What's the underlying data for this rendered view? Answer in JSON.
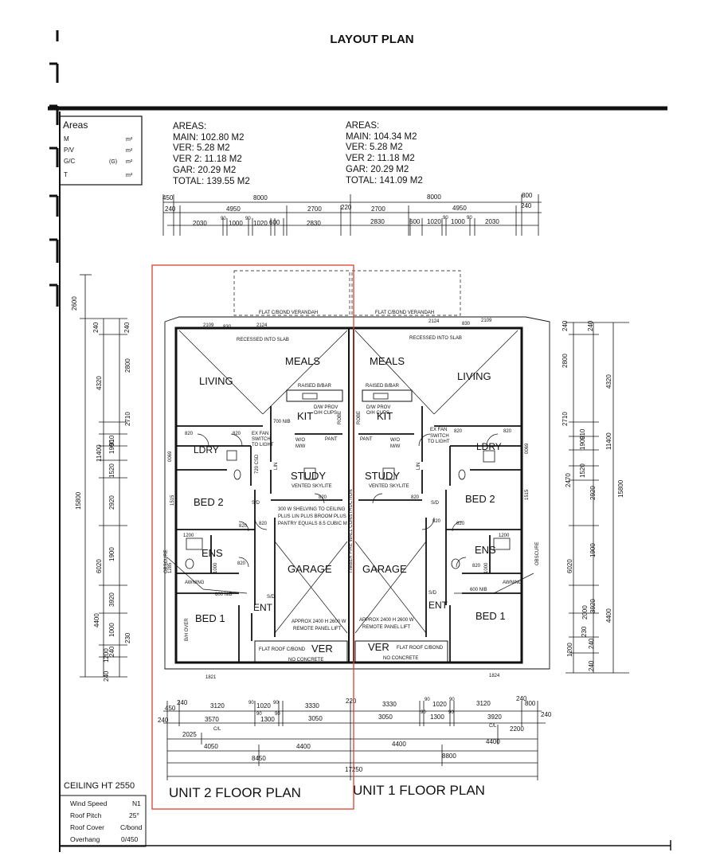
{
  "title": "LAYOUT PLAN",
  "areas_legend": {
    "heading": "Areas",
    "rows": [
      {
        "label": "M",
        "unit": "m²"
      },
      {
        "label": "P/V",
        "unit": "m²"
      },
      {
        "label": "G/C",
        "mid": "(G)",
        "unit": "m²"
      },
      {
        "label": "T",
        "unit": "m²"
      }
    ]
  },
  "unit2_areas": {
    "heading": "AREAS:",
    "main": "MAIN:  102.80 M2",
    "ver": "VER:       5.28 M2",
    "ver2": "VER 2:   11.18 M2",
    "gar": "GAR:     20.29 M2",
    "total": "TOTAL:  139.55 M2"
  },
  "unit1_areas": {
    "heading": "AREAS:",
    "main": "MAIN:   104.34 M2",
    "ver": "VER:       5.28 M2",
    "ver2": "VER 2:   11.18 M2",
    "gar": "GAR:     20.29 M2",
    "total": "TOTAL:  141.09 M2"
  },
  "rooms": {
    "living": "LIVING",
    "meals": "MEALS",
    "kit": "KIT",
    "ldry": "LDRY",
    "study": "STUDY",
    "bed2": "BED 2",
    "ens": "ENS",
    "garage": "GARAGE",
    "ent": "ENT",
    "bed1": "BED 1",
    "ver": "VER"
  },
  "notes": {
    "verandah": "FLAT C/BOND VERANDAH",
    "recessed": "RECESSED INTO SLAB",
    "raised_bar": "RAISED B/BAR",
    "dw_prov": "D/W PROV",
    "oh_cups": "O/H CUPS",
    "exfan": "EX FAN",
    "switch": "SWITCH",
    "to_light": "TO LIGHT",
    "pant": "PANT",
    "vented": "VENTED SKYLITE",
    "shelving1": "300 W SHELVING TO CEILING",
    "shelving2": "PLUS LIN PLUS BROOM PLUS",
    "shelving3": "PANTRY EQUALS 8.5 CUBIC M",
    "timber_wall": "TIMBER FIRE WALL CONSTRUCTION",
    "approx1": "APPROX 2400 H 2600 W",
    "approx2": "REMOTE PANEL LIFT",
    "flat_roof": "FLAT ROOF C/BOND",
    "no_concrete": "NO CONCRETE",
    "awning": "AWNING",
    "obscure": "OBSCURE",
    "nib600": "600 NIB",
    "nib700": "700 NIB",
    "bh_over": "B/H OVER",
    "sd": "S/D",
    "lin": "LIN",
    "robe": "ROBE",
    "wo": "W/O",
    "mw": "M/W",
    "csd": "720 CSD"
  },
  "top_dims": {
    "row1_left": [
      "450",
      "8000"
    ],
    "row1_right": [
      "8000",
      "800"
    ],
    "row2_left": [
      "240",
      "4950",
      "2700",
      "220"
    ],
    "row2_right": [
      "2700",
      "4950",
      "240"
    ],
    "row3_left": [
      "2030",
      "90",
      "1000",
      "90",
      "1020",
      "600",
      "2830"
    ],
    "row3_right": [
      "2830",
      "600",
      "1020",
      "90",
      "1000",
      "90",
      "2030"
    ]
  },
  "bottom_dims": {
    "row1": [
      "450",
      "240",
      "3120",
      "90",
      "1020",
      "90",
      "3330",
      "220",
      "3330",
      "90",
      "1020",
      "90",
      "3120",
      "240",
      "800"
    ],
    "row2": [
      "240",
      "3570",
      "90",
      "1300",
      "90",
      "3050",
      "3050",
      "90",
      "1300",
      "90",
      "3920",
      "240"
    ],
    "cl": "C/L",
    "row3": [
      "2025",
      "2200"
    ],
    "row4": [
      "4050",
      "4400",
      "4400",
      "4400"
    ],
    "row5": [
      "8450",
      "8800"
    ],
    "row6": [
      "17250"
    ]
  },
  "left_dims": {
    "outer": [
      "2600",
      "15800"
    ],
    "mid": [
      "240",
      "4320",
      "11400",
      "6020",
      "4400"
    ],
    "inner": [
      "240",
      "2800",
      "90",
      "2710",
      "90",
      "1900",
      "910",
      "90",
      "1520",
      "90",
      "2920",
      "90",
      "1900",
      "90",
      "3920",
      "90",
      "1000",
      "240",
      "1200",
      "230",
      "240"
    ]
  },
  "right_dims": {
    "outer": [
      "15800"
    ],
    "mid": [
      "240",
      "4320",
      "11400",
      "6020",
      "4400"
    ],
    "inner": [
      "240",
      "2800",
      "2710",
      "90",
      "1900",
      "910",
      "90",
      "2470",
      "1520",
      "90",
      "2920",
      "90",
      "1900",
      "90",
      "2000",
      "90",
      "3920",
      "230",
      "240",
      "1200",
      "240"
    ]
  },
  "small_dims": {
    "d820": "820",
    "d2109": "2109",
    "d830": "830",
    "d2124": "2124",
    "d1821": "1821",
    "d1824": "1824",
    "d1515": "1515",
    "d1285": "1285",
    "d900": "0069",
    "d1200": "1200",
    "d1000": "1000"
  },
  "captions": {
    "unit2": "UNIT 2  FLOOR PLAN",
    "unit1": "UNIT 1  FLOOR PLAN"
  },
  "specs": {
    "ceiling": "CEILING HT 2550",
    "rows": [
      {
        "label": "Wind Speed",
        "value": "N1"
      },
      {
        "label": "Roof Pitch",
        "value": "25°"
      },
      {
        "label": "Roof Cover",
        "value": "C/bond"
      },
      {
        "label": "Overhang",
        "value": "0/450"
      }
    ]
  },
  "colors": {
    "highlight": "#d9412f",
    "ink": "#111111"
  }
}
